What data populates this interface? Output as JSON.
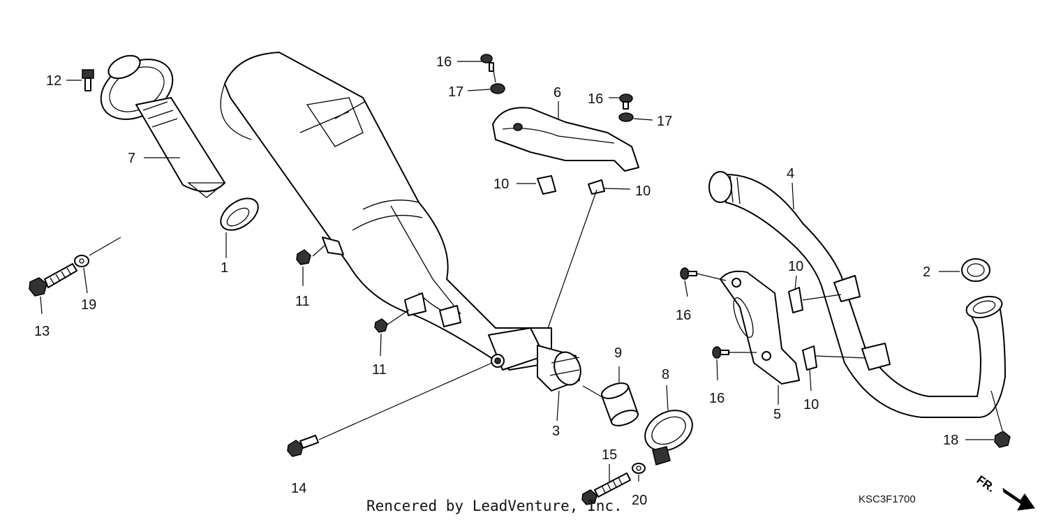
{
  "diagram": {
    "callouts": [
      {
        "id": "c12",
        "text": "12"
      },
      {
        "id": "c7",
        "text": "7"
      },
      {
        "id": "c1",
        "text": "1"
      },
      {
        "id": "c13",
        "text": "13"
      },
      {
        "id": "c19",
        "text": "19"
      },
      {
        "id": "c11a",
        "text": "11"
      },
      {
        "id": "c11b",
        "text": "11"
      },
      {
        "id": "c14",
        "text": "14"
      },
      {
        "id": "c16a",
        "text": "16"
      },
      {
        "id": "c17a",
        "text": "17"
      },
      {
        "id": "c6",
        "text": "6"
      },
      {
        "id": "c16b",
        "text": "16"
      },
      {
        "id": "c17b",
        "text": "17"
      },
      {
        "id": "c10a",
        "text": "10"
      },
      {
        "id": "c10b",
        "text": "10"
      },
      {
        "id": "c9",
        "text": "9"
      },
      {
        "id": "c3",
        "text": "3"
      },
      {
        "id": "c8",
        "text": "8"
      },
      {
        "id": "c15",
        "text": "15"
      },
      {
        "id": "c20",
        "text": "20"
      },
      {
        "id": "c4",
        "text": "4"
      },
      {
        "id": "c2",
        "text": "2"
      },
      {
        "id": "c10c",
        "text": "10"
      },
      {
        "id": "c16c",
        "text": "16"
      },
      {
        "id": "c16d",
        "text": "16"
      },
      {
        "id": "c5",
        "text": "5"
      },
      {
        "id": "c10d",
        "text": "10"
      },
      {
        "id": "c18",
        "text": "18"
      }
    ],
    "caption": "Rencered by LeadVenture, Inc.",
    "diagram_code": "KSC3F1700",
    "direction_label": "FR."
  }
}
